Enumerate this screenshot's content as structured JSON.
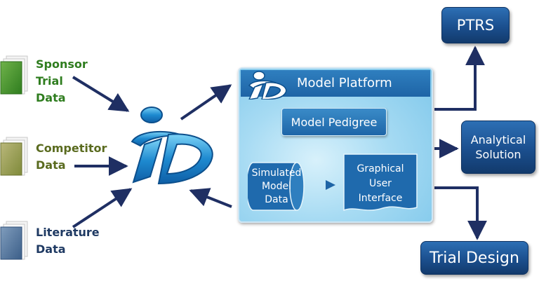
{
  "sources": {
    "sponsor": {
      "lines": [
        "Sponsor",
        "Trial",
        "Data"
      ],
      "color": "#2f7d1f"
    },
    "competitor": {
      "lines": [
        "Competitor",
        "Data"
      ],
      "color": "#5a6b1f"
    },
    "literature": {
      "lines": [
        "Literature",
        "Data"
      ],
      "color": "#1f3a63"
    }
  },
  "platform": {
    "title": "Model Platform",
    "pedigree": "Model Pedigree",
    "simulated": "Simulated\nModel\nData",
    "gui": "Graphical\nUser\nInterface"
  },
  "outputs": {
    "ptrs": "PTRS",
    "analytical": "Analytical\nSolution",
    "trial_design": "Trial Design"
  },
  "colors": {
    "arrow": "#1f2f63",
    "output_blue": "#1b4f8e",
    "platform_light": "#a7dbf3",
    "logo_blue": "#1e8ad0"
  },
  "icons": [
    "document-stack-icon",
    "id-logo-icon"
  ]
}
